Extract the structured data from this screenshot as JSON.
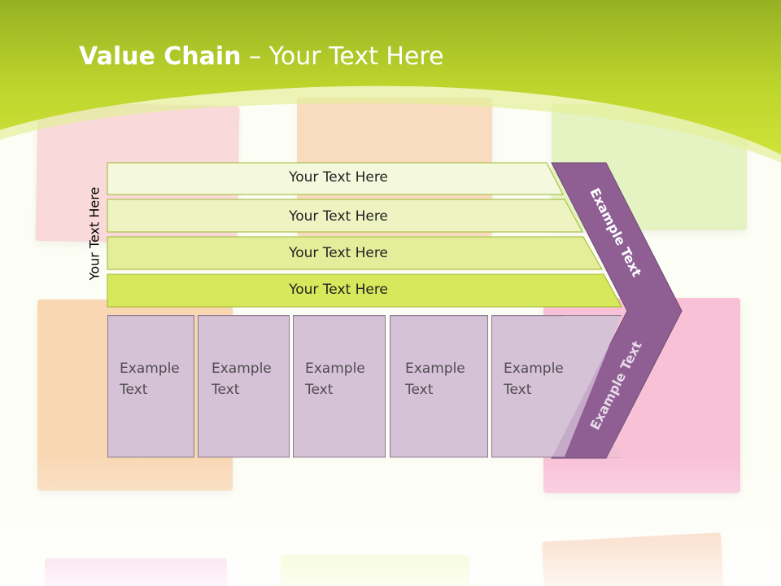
{
  "slide": {
    "title_bold": "Value Chain",
    "title_rest": " – Your Text Here",
    "vertical_label": "Your Text Here"
  },
  "diagram": {
    "bars": [
      "Your Text Here",
      "Your Text Here",
      "Your Text Here",
      "Your Text Here"
    ],
    "boxes": [
      {
        "line1": "Example",
        "line2": "Text"
      },
      {
        "line1": "Example",
        "line2": "Text"
      },
      {
        "line1": "Example",
        "line2": "Text"
      },
      {
        "line1": "Example",
        "line2": "Text"
      },
      {
        "line1": "Example",
        "line2": "Text"
      }
    ],
    "chevron_upper_text": "Example Text",
    "chevron_lower_text": "Example Text"
  },
  "colors": {
    "header_green": "#c3da2e",
    "bar_fills": [
      "#f4f8dc",
      "#eef4c1",
      "#e4ee9a",
      "#d7e85c"
    ],
    "box_fill": "#d6c2d7",
    "chevron_purple": "#8f5f94"
  }
}
